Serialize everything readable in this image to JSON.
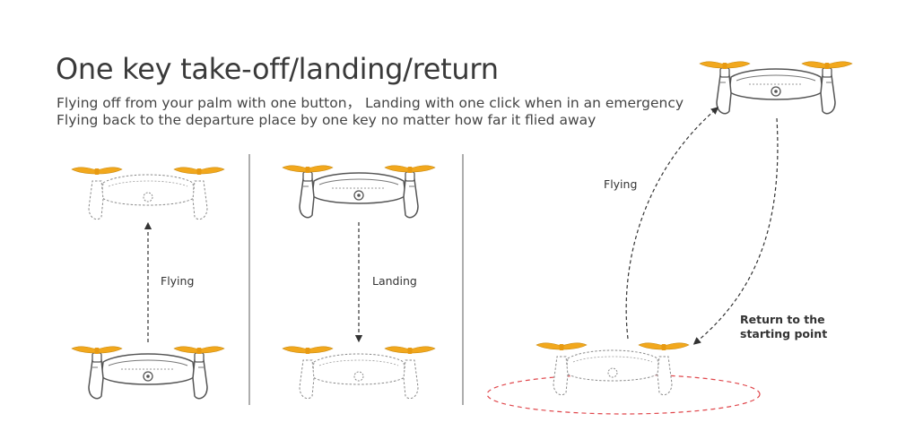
{
  "title": "One key take-off/landing/return",
  "subtitle_line1": "Flying off from your palm with one button， Landing  with one click when in an emergency",
  "subtitle_line2": "Flying back to the departure place by one key no matter how far it flied away",
  "panels": {
    "takeoff": {
      "label": "Flying"
    },
    "landing": {
      "label": "Landing"
    },
    "return": {
      "outbound_label": "Flying",
      "return_label_line1": "Return to the",
      "return_label_line2": "starting point"
    }
  },
  "colors": {
    "propeller": "#f2a81d",
    "outline": "#555555",
    "ghost_outline": "#8a8a8a",
    "divider": "#777777",
    "landing_zone": "#e0474c",
    "arrow": "#333333"
  },
  "icons": [
    "drone-icon",
    "drone-outline-icon",
    "arrow-up-icon",
    "arrow-down-icon",
    "curved-arrow-icon",
    "landing-zone-ellipse"
  ]
}
